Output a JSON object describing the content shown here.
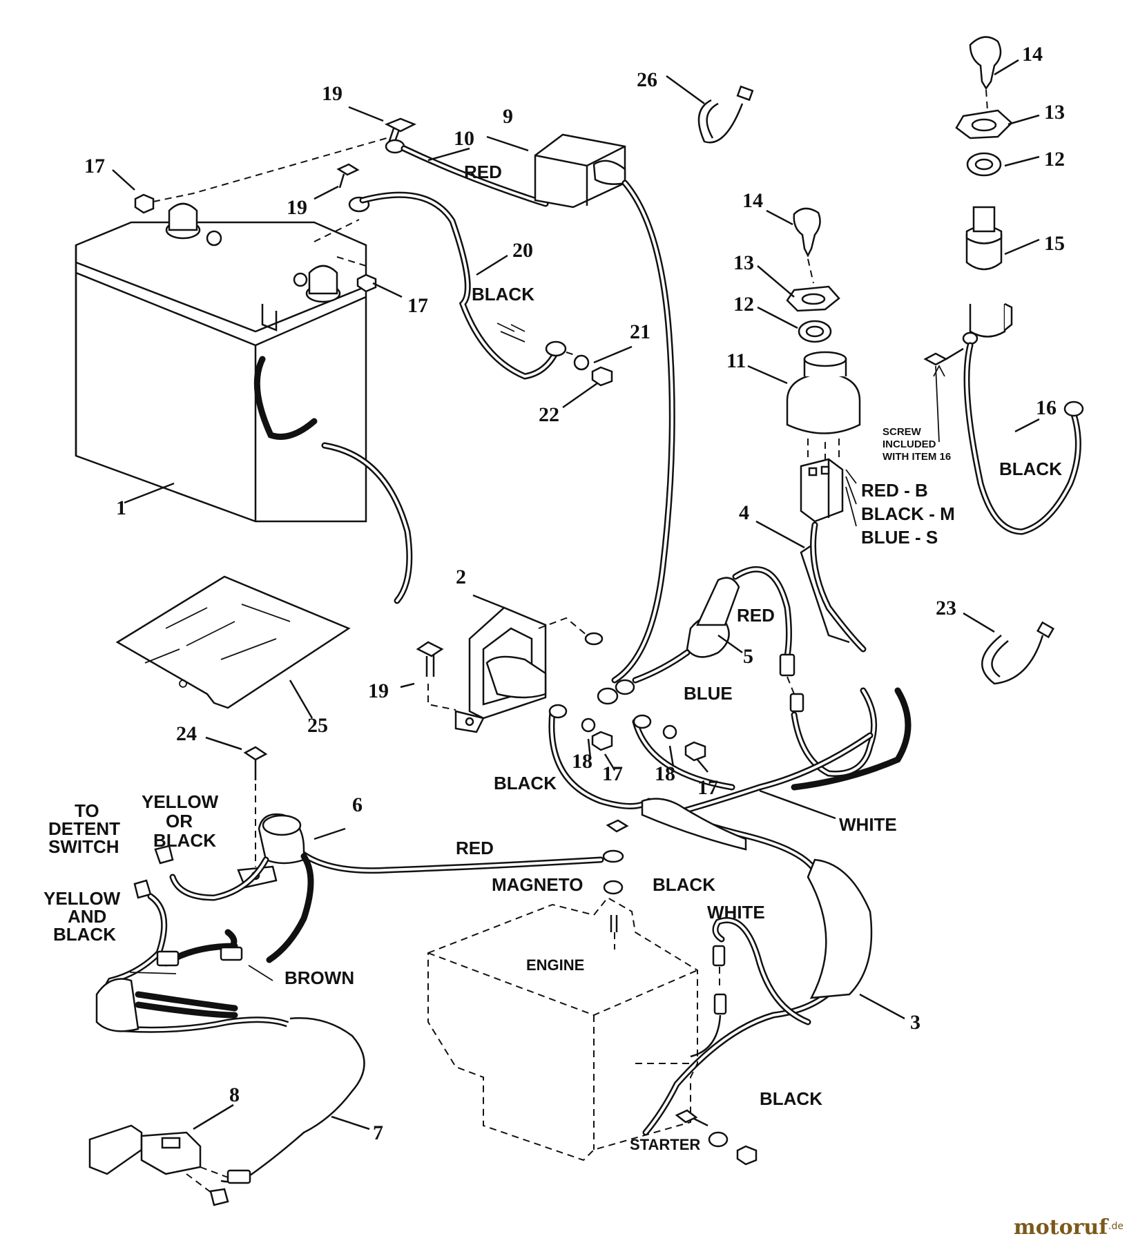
{
  "diagram": {
    "callouts": [
      "1",
      "2",
      "3",
      "4",
      "5",
      "6",
      "7",
      "8",
      "9",
      "10",
      "11",
      "12",
      "12",
      "13",
      "13",
      "14",
      "14",
      "15",
      "16",
      "17",
      "17",
      "17",
      "17",
      "18",
      "18",
      "19",
      "19",
      "19",
      "20",
      "21",
      "22",
      "23",
      "24",
      "25",
      "26"
    ],
    "wire_labels": {
      "red_top": "RED",
      "black_20": "BLACK",
      "black_16": "BLACK",
      "red_b": "RED - B",
      "black_m": "BLACK - M",
      "blue_s": "BLUE - S",
      "red_5": "RED",
      "blue_5": "BLUE",
      "black_solenoid": "BLACK",
      "white_right": "WHITE",
      "red_mid": "RED",
      "black_mid": "BLACK",
      "white_engine": "WHITE",
      "black_starter": "BLACK",
      "brown": "BROWN",
      "yellow_or_black": [
        "YELLOW",
        "OR",
        "BLACK"
      ],
      "yellow_and_black": [
        "YELLOW",
        "AND",
        "BLACK"
      ],
      "to_detent": [
        "TO",
        "DETENT",
        "SWITCH"
      ]
    },
    "component_labels": {
      "magneto": "MAGNETO",
      "engine": "ENGINE",
      "starter": "STARTER",
      "screw_note": [
        "SCREW",
        "INCLUDED",
        "WITH ITEM 16"
      ]
    },
    "watermark": {
      "brand": "motoruf",
      "suffix": ".de"
    }
  }
}
